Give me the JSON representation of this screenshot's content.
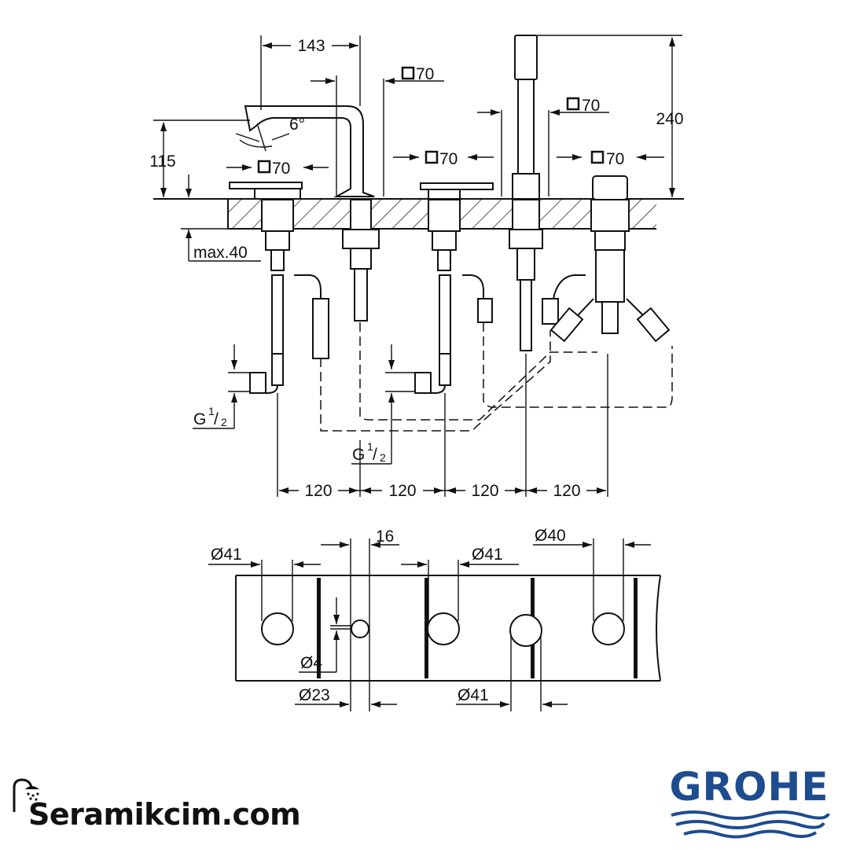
{
  "elevation": {
    "spout_projection": "143",
    "spout_height": "115",
    "spout_angle": "6°",
    "total_height": "240",
    "max_deck": "max.40",
    "square_dims": [
      "70",
      "70",
      "70",
      "70",
      "70"
    ],
    "thread_left": {
      "base": "G",
      "num": "1",
      "den": "2"
    },
    "thread_center": {
      "base": "G",
      "num": "1",
      "den": "2"
    },
    "spacings": [
      "120",
      "120",
      "120",
      "120"
    ]
  },
  "holes_plan": {
    "d41_left": "Ø41",
    "width_16": "16",
    "d41_mid": "Ø41",
    "d40": "Ø40",
    "d4": "Ø4",
    "d23": "Ø23",
    "d41_bottom": "Ø41"
  },
  "branding": {
    "shop": "Seramikcim.com",
    "manufacturer": "GROHE",
    "brand_color": "#1d4c8f"
  }
}
